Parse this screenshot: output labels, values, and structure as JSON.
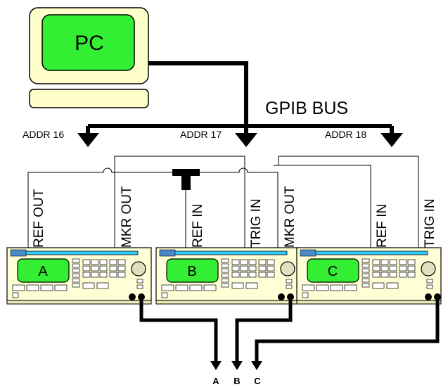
{
  "pc_label": "PC",
  "bus_label": "GPIB BUS",
  "addresses": [
    "ADDR 16",
    "ADDR 17",
    "ADDR 18"
  ],
  "instruments": [
    {
      "letter": "A",
      "top_labels": [
        "REF OUT",
        "MKR OUT"
      ]
    },
    {
      "letter": "B",
      "top_labels": [
        "REF IN",
        "TRIG IN"
      ]
    },
    {
      "letter": "C",
      "top_labels": [
        "MKR OUT",
        "REF IN",
        "TRIG IN"
      ]
    }
  ],
  "outputs": [
    "A",
    "B",
    "C"
  ],
  "colors": {
    "screen_green": "#33ee33",
    "monitor_cream": "#ffffcc",
    "instrument_panel": "#ffffd5",
    "display_cyan": "#33ccff"
  }
}
